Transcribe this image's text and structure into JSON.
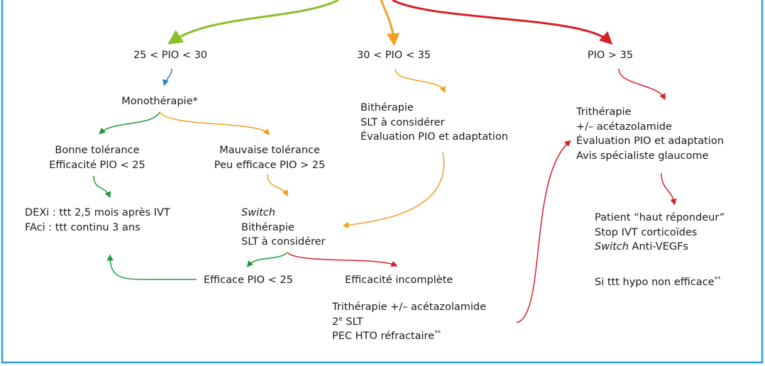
{
  "colors": {
    "border": "#2a9fd9",
    "green": "#1e9a3c",
    "yellowgreen": "#8cbf2a",
    "orange": "#f0a020",
    "red": "#d81f26",
    "blue": "#2a7ec4",
    "text": "#1a1a1a"
  },
  "nodes": {
    "pio_low": "25 < PIO < 30",
    "pio_mid": "30 < PIO < 35",
    "pio_high": "PIO > 35",
    "monotherapie": "Monothérapie*",
    "bonne_tolerance": {
      "line1": "Bonne tolérance",
      "line2": "Efficacité PIO < 25"
    },
    "mauvaise_tolerance": {
      "line1": "Mauvaise tolérance",
      "line2": "Peu efficace PIO > 25"
    },
    "dex_fac": {
      "line1": "DEXi : ttt 2,5 mois après IVT",
      "line2": "FAci : ttt continu 3 ans"
    },
    "switch_block": {
      "line1": "Switch",
      "line2": "Bithérapie",
      "line3": "SLT à considérer"
    },
    "efficace": "Efficace PIO < 25",
    "efficacite_incomplete": "Efficacité incomplète",
    "tritherapie_bottom": {
      "line1": "Trithérapie +/– acétazolamide",
      "line2_num": "2",
      "line2_sup": "e",
      "line2_rest": " SLT",
      "line3_main": "PEC HTO réfractaire",
      "line3_sup": "**"
    },
    "bitherapie_mid": {
      "line1": "Bithérapie",
      "line2": "SLT à considérer",
      "line3": "Évaluation PIO et adaptation"
    },
    "tritherapie_right": {
      "line1": "Trithérapie",
      "line2": "+/– acétazolamide",
      "line3": "Évaluation PIO et adaptation",
      "line4": "Avis spécialiste glaucome"
    },
    "haut_repondeur": {
      "line1": "Patient “haut répondeur”",
      "line2": "Stop IVT corticoïdes",
      "line3_italic": "Switch",
      "line3_rest": " Anti-VEGFs"
    },
    "si_ttt": {
      "main": "Si ttt hypo non efficace",
      "sup": "**"
    }
  }
}
